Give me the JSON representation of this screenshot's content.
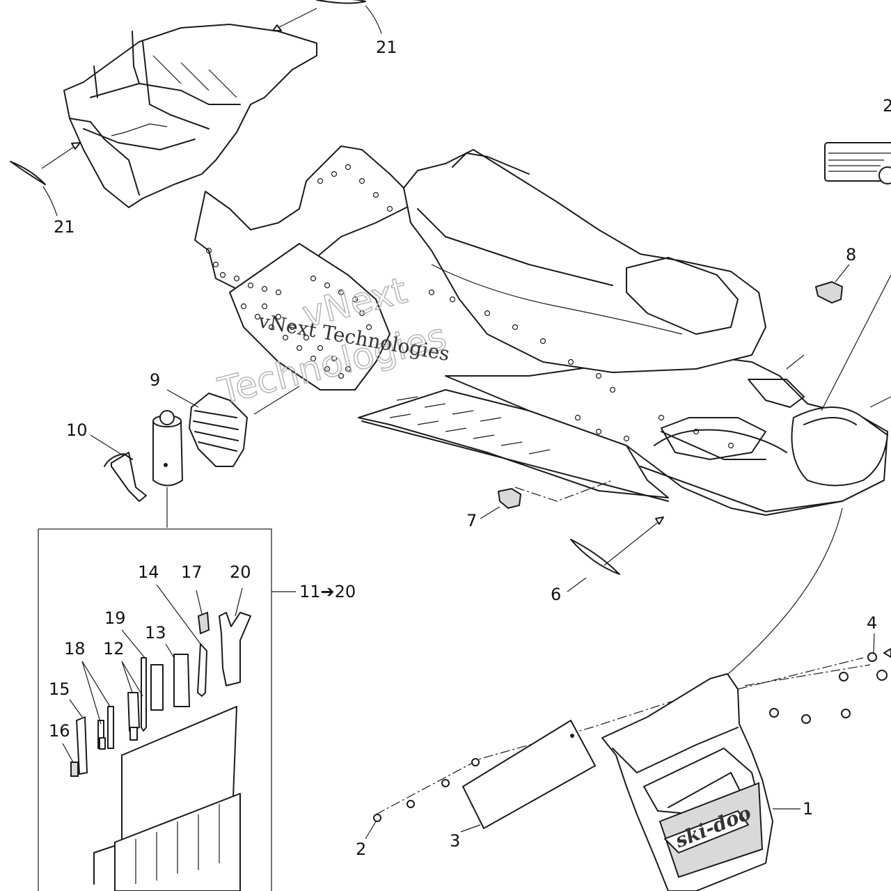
{
  "diagram": {
    "callouts": [
      {
        "id": "c1",
        "text": "1"
      },
      {
        "id": "c2",
        "text": "2"
      },
      {
        "id": "c3",
        "text": "3"
      },
      {
        "id": "c4",
        "text": "4"
      },
      {
        "id": "c6",
        "text": "6"
      },
      {
        "id": "c7",
        "text": "7"
      },
      {
        "id": "c8",
        "text": "8"
      },
      {
        "id": "c9",
        "text": "9"
      },
      {
        "id": "c10",
        "text": "10"
      },
      {
        "id": "c11",
        "text": "11➔20"
      },
      {
        "id": "c12",
        "text": "12"
      },
      {
        "id": "c13",
        "text": "13"
      },
      {
        "id": "c14",
        "text": "14"
      },
      {
        "id": "c15",
        "text": "15"
      },
      {
        "id": "c16",
        "text": "16"
      },
      {
        "id": "c17",
        "text": "17"
      },
      {
        "id": "c18",
        "text": "18"
      },
      {
        "id": "c19",
        "text": "19"
      },
      {
        "id": "c20",
        "text": "20"
      },
      {
        "id": "c21a",
        "text": "21"
      },
      {
        "id": "c21b",
        "text": "21"
      },
      {
        "id": "c22",
        "text": "2"
      }
    ],
    "watermark": {
      "line1": "vNext",
      "line2": "Technologies",
      "caption": "vNext Technologies"
    },
    "brand_logo": "ski-doo"
  }
}
